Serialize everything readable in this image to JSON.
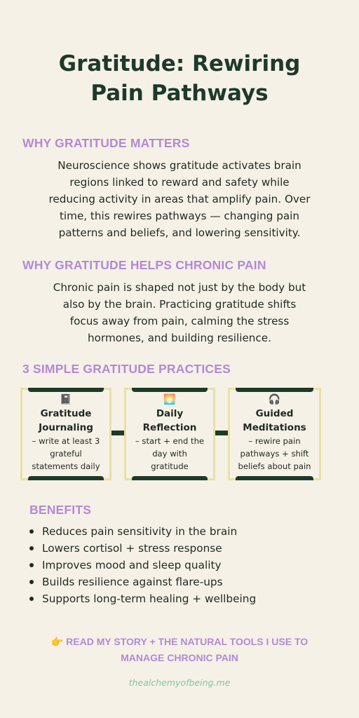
{
  "title": {
    "line1": "Gratitude: Rewiring",
    "line2": "Pain Pathways"
  },
  "why_matters": {
    "heading": "WHY GRATITUDE MATTERS",
    "lines": [
      "Neuroscience shows gratitude activates brain",
      "regions linked to reward and safety while",
      "reducing activity in areas that amplify pain. Over",
      "time, this rewires pathways — changing pain",
      "patterns and beliefs, and lowering sensitivity."
    ]
  },
  "why_helps": {
    "heading": "WHY GRATITUDE HELPS CHRONIC PAIN",
    "lines": [
      "Chronic pain is shaped not just by the body but",
      "also by the brain. Practicing gratitude shifts",
      "focus away from pain, calming the stress",
      "hormones, and building resilience."
    ]
  },
  "practices": {
    "heading": "3 SIMPLE GRATITUDE PRACTICES",
    "cards": [
      {
        "icon": "notebook-icon",
        "glyph": "📓",
        "title": [
          "Gratitude",
          "Journaling"
        ],
        "desc": [
          "– write at least 3",
          "grateful",
          "statements daily"
        ]
      },
      {
        "icon": "sunrise-icon",
        "glyph": "🌅",
        "title": [
          "Daily",
          "Reflection"
        ],
        "desc": [
          "– start + end the",
          "day with",
          "gratitude"
        ]
      },
      {
        "icon": "headphones-icon",
        "glyph": "🎧",
        "title": [
          "Guided",
          "Meditations"
        ],
        "desc": [
          "– rewire pain",
          "pathways + shift",
          "beliefs about pain"
        ]
      }
    ]
  },
  "benefits": {
    "heading": "BENEFITS",
    "items": [
      "Reduces pain sensitivity in the brain",
      "Lowers cortisol + stress response",
      "Improves mood and sleep quality",
      "Builds resilience against flare-ups",
      "Supports long-term healing + wellbeing"
    ]
  },
  "cta": {
    "icon": "pointing-hand-icon",
    "glyph": "👉",
    "line1": "READ MY STORY + THE NATURAL TOOLS I USE TO",
    "line2": "MANAGE CHRONIC PAIN"
  },
  "site": "thealchemyofbeing.me",
  "colors": {
    "background": "#f6f1e7",
    "heading": "#b389d6",
    "title": "#1d3a29",
    "card_border": "#e7e1a8",
    "site": "#7ec79a"
  }
}
